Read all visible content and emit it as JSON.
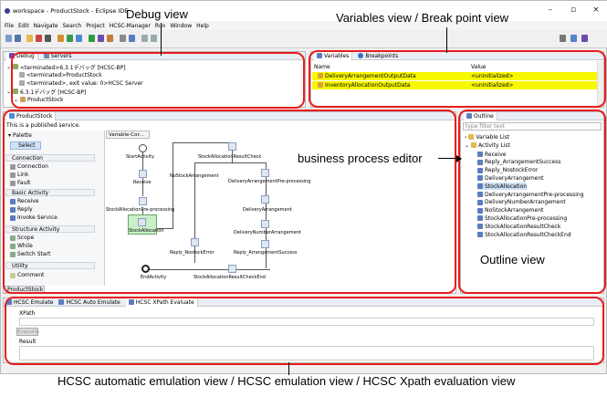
{
  "window": {
    "title": "workspace - ProductStock - Eclipse IDE"
  },
  "menu": [
    "File",
    "Edit",
    "Navigate",
    "Search",
    "Project",
    "HCSC-Manager",
    "Run",
    "Window",
    "Help"
  ],
  "debug": {
    "tabs": [
      "Debug",
      "Servers"
    ],
    "items": [
      "<terminated>6.3.1デバッグ [HCSC-BP]",
      "<terminated>ProductStock",
      "<terminated>, exit value: 0>HCSC Server",
      "6.3.1デバッグ [HCSC-BP]",
      "ProductStock"
    ]
  },
  "variables": {
    "tabs": [
      "Variables",
      "Breakpoints"
    ],
    "col_name": "Name",
    "col_value": "Value",
    "rows": [
      {
        "name": "DeliveryArrangementOutputData",
        "value": "<uninitialized>"
      },
      {
        "name": "InventoryAllocationOutputData",
        "value": "<uninitialized>"
      }
    ]
  },
  "editor": {
    "tab": "ProductStock",
    "info": "This is a published service.",
    "variable_tab": "Variable-Cor...",
    "bottom_tab": "ProductStock",
    "palette": {
      "title": "Palette",
      "select": "Select",
      "sections": [
        {
          "name": "Connection",
          "items": [
            "Connection",
            "Link",
            "Fault"
          ]
        },
        {
          "name": "Basic Activity",
          "items": [
            "Receive",
            "Reply",
            "Invoke Service"
          ]
        },
        {
          "name": "Structure Activity",
          "items": [
            "Scope",
            "While",
            "Switch Start"
          ]
        },
        {
          "name": "Utility",
          "items": [
            "Comment"
          ]
        }
      ]
    },
    "nodes": {
      "start": "StartActivity",
      "receive": "Receive",
      "pre": "StockAllocationPre-processing",
      "alloc": "StockAllocation",
      "nostock_err": "Reply_NostockError",
      "end": "EndActivity",
      "result_check": "StockAllocationResultCheck",
      "nostock": "NoStockArrangement",
      "del_pre": "DeliveryArrangementPre-processing",
      "del": "DeliveryArrangement",
      "del_num": "DeliveryNumberArrangement",
      "reply_success": "Reply_ArrangementSuccess",
      "result_end": "StockAllocationResultCheckEnd"
    }
  },
  "outline": {
    "tab": "Outline",
    "filter_placeholder": "type filter text",
    "variable_list": "Variable List",
    "activity_list": "Activity List",
    "items": [
      "Receive",
      "Reply_ArrangementSuccess",
      "Reply_NostockError",
      "DeliveryArrangement",
      "StockAllocation",
      "DeliveryArrangementPre-processing",
      "DeliveryNumberArrangement",
      "NoStockArrangement",
      "StockAllocationPre-processing",
      "StockAllocationResultCheck",
      "StockAllocationResultCheckEnd"
    ]
  },
  "hcsc": {
    "tabs": [
      "HCSC Emulate",
      "HCSC Auto Emulate",
      "HCSC XPath Evaluate"
    ],
    "xpath_label": "XPath",
    "evaluate": "Evaluate",
    "result_label": "Result"
  },
  "annotations": {
    "debug": "Debug view",
    "variables": "Variables view / Break point view",
    "bpe": "business process editor",
    "outline": "Outline view",
    "hcsc": "HCSC automatic emulation view / HCSC emulation view / HCSC Xpath evaluation view"
  },
  "colors": {
    "highlight": "#f7f700",
    "annotation_border": "#e81d1d"
  }
}
